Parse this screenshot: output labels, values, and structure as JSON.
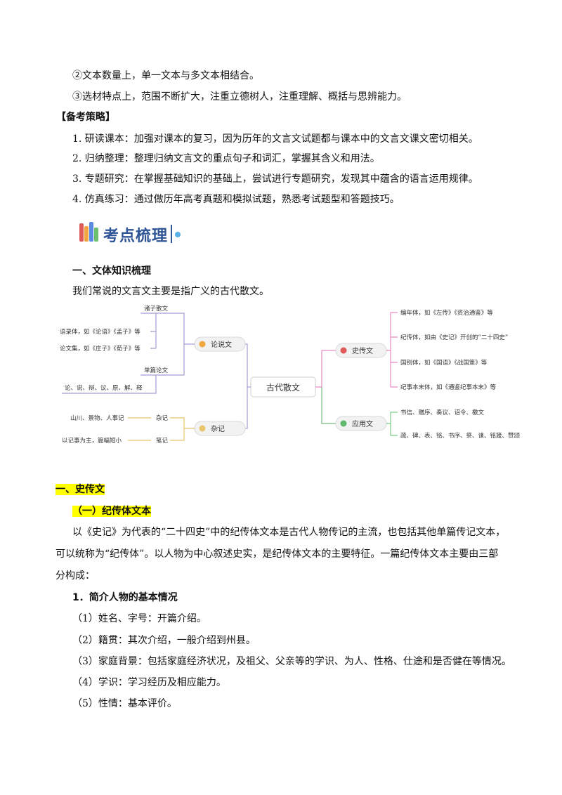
{
  "intro_lines": [
    "②文本数量上，单一文本与多文本相结合。",
    "③选材特点上，范围不断扩大，注重立德树人，注重理解、概括与思辨能力。"
  ],
  "strategy": {
    "heading": "【备考策略】",
    "items": [
      "1. 研读课本：加强对课本的复习，因为历年的文言文试题都与课本中的文言文课文密切相关。",
      "2. 归纳整理：整理归纳文言文的重点句子和词汇，掌握其含义和用法。",
      "3. 专题研究：在掌握基础知识的基础上，尝试进行专题研究，发现其中蕴含的语言运用规律。",
      "4. 仿真练习：通过做历年高考真题和模拟试题，熟悉考试题型和答题技巧。"
    ]
  },
  "banner": {
    "title": "考点梳理"
  },
  "section1": {
    "title": "一、文体知识梳理",
    "intro": "我们常说的文言文主要是指广义的古代散文。"
  },
  "mindmap": {
    "center": "古代散文",
    "lunshuo": {
      "label": "论说文",
      "zhuzi": "诸子散文",
      "yulu": "语录体，如《论语》《孟子》等",
      "lunwen": "论文集，如《庄子》《荀子》等",
      "danpian": "单篇论文",
      "danpian_sub": "论、说、辩、议、原、解、释"
    },
    "zaji": {
      "label": "杂记",
      "zaji_item": "杂记",
      "biji_item": "笔记",
      "zaji_desc": "山川、景物、人事记",
      "biji_desc": "以记事为主，篇幅短小"
    },
    "shizhuan": {
      "label": "史传文",
      "items": [
        "编年体，如《左传》《资治通鉴》等",
        "纪传体，如由《史记》开创的“二十四史”",
        "国别体，如《国语》《战国策》等",
        "纪事本末体，如《通鉴纪事本末》等"
      ]
    },
    "yingyong": {
      "label": "应用文",
      "items": [
        "书信、赠序、奏议、诏令、檄文",
        "疏、碑、表、铭、书序、祭、诔、铭箴、赞颂"
      ]
    },
    "colors": {
      "lunshuo": "#a99ad8",
      "zaji": "#e8c46c",
      "shizhuan": "#e68ac4",
      "yingyong": "#7cc98a"
    }
  },
  "section2": {
    "title": "一、史传文",
    "subtitle": "（一）纪传体文本",
    "para_lines": [
      "以《史记》为代表的“二十四史”中的纪传体文本是古代人物传记的主流，也包括其他单篇传记文本，",
      "可以统称为“纪传体”。以人物为中心叙述史实，是纪传体文本的主要特征。一篇纪传体文本主要由三部",
      "分构成："
    ],
    "point_title": "1．简介人物的基本情况",
    "points": [
      "（1）姓名、字号：开篇介绍。",
      "（2）籍贯：其次介绍，一般介绍到州县。",
      "（3）家庭背景：包括家庭经济状况，及祖父、父亲等的学识、为人、性格、仕途和是否健在等情况。",
      "（4）学识：学习经历及相应能力。",
      "（5）性情：基本评价。"
    ]
  }
}
